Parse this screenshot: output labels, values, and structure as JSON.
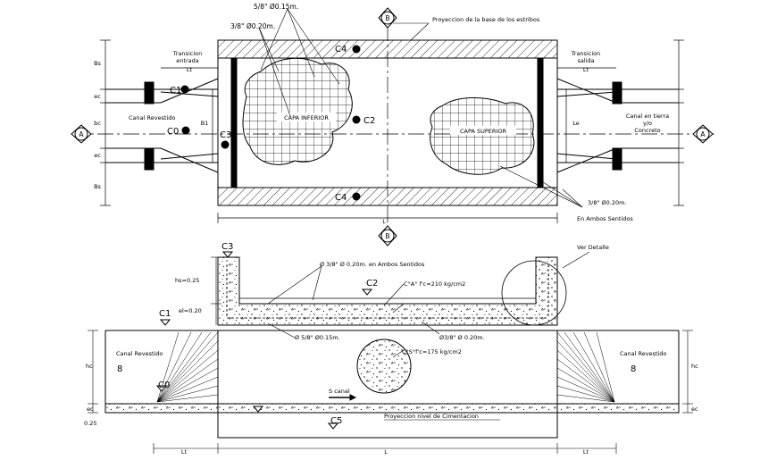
{
  "plan": {
    "rebar_top": "5/8\" Ø0.15m.",
    "rebar_left": "3/8\" Ø0.20m.",
    "base_projection": "Proyeccion de la base de los estribos",
    "section_b": "B",
    "section_a": "A",
    "transition_in": [
      "Transicion",
      "entrada"
    ],
    "transition_out": [
      "Transicion",
      "salida"
    ],
    "Lt": "Lt",
    "Bs": "Bs",
    "ec": "ec",
    "bc": "bc",
    "B1": "B1",
    "Le": "Le",
    "L": "L",
    "C0": "C0",
    "C1": "C1",
    "C2": "C2",
    "C3": "C3",
    "C4": "C4",
    "canal_left": "Canal Revestido",
    "canal_right": [
      "Canal en tierra",
      "y/o",
      "Concreto"
    ],
    "capa_inferior": "CAPA INFERIOR",
    "capa_superior": "CAPA SUPERIOR",
    "rebar_right": "3/8\" Ø0.20m.",
    "both_ways": "En Ambos Sentidos"
  },
  "section": {
    "C3": "C3",
    "C1": "C1",
    "C2": "C2",
    "C0": "C0",
    "C5": "C5",
    "hs": "hs=0.25",
    "el": "el=0.20",
    "hc": "hc",
    "ec": "ec",
    "v025": "0.25",
    "ver_detalle": "Ver Detalle",
    "rebar_top": "Ø 3/8\" Ø 0.20m. en Ambos Sentidos",
    "concrete_a": "C°A° f'c=210 kg/cm2",
    "rebar_bottom": "Ø 5/8\" Ø0.15m.",
    "rebar_mid": "Ø3/8\" Ø 0.20m.",
    "concrete_c": "C°S°f'c=175 kg/cm2",
    "canal_left": "Canal Revestido",
    "canal_right": "Canal Revestido",
    "eight": "8",
    "s_canal": "S canal",
    "foundation": "Proyeccion nivel de Cimentacion",
    "Lt": "Lt",
    "L": "L"
  }
}
